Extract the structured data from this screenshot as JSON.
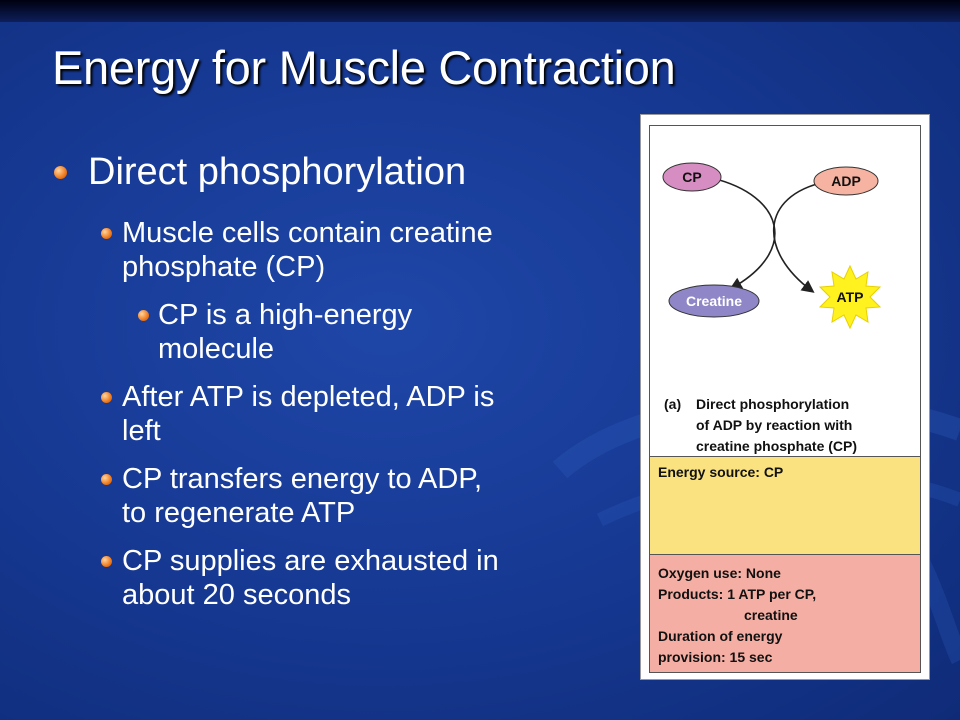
{
  "slide": {
    "title": "Energy for Muscle Contraction",
    "bullets": [
      {
        "level": 1,
        "text": "Direct phosphorylation"
      },
      {
        "level": 2,
        "lines": [
          "Muscle cells contain creatine",
          "phosphate (CP)"
        ]
      },
      {
        "level": 3,
        "lines": [
          "CP is a high-energy",
          "molecule"
        ]
      },
      {
        "level": 2,
        "lines": [
          "After ATP is depleted, ADP is",
          "left"
        ]
      },
      {
        "level": 2,
        "lines": [
          "CP transfers energy to ADP,",
          "to regenerate ATP"
        ]
      },
      {
        "level": 2,
        "lines": [
          "CP supplies are exhausted in",
          "about 20 seconds"
        ]
      }
    ]
  },
  "figure": {
    "nodes": {
      "cp": "CP",
      "adp": "ADP",
      "creatine": "Creatine",
      "atp": "ATP"
    },
    "caption_label": "(a)",
    "caption_lines": [
      "Direct phosphorylation",
      "of ADP by reaction with",
      "creatine phosphate (CP)"
    ],
    "energy_source": "Energy source: CP",
    "details": [
      "Oxygen use: None",
      "Products: 1 ATP per CP,",
      "creatine",
      "Duration of energy",
      "provision: 15 sec"
    ],
    "colors": {
      "cp_fill": "#d68ec2",
      "creatine_fill": "#8e86c6",
      "adp_fill": "#f6b3a1",
      "atp_fill": "#fff21f",
      "energy_band": "#f9e27f",
      "details_band": "#f5aea3"
    }
  }
}
